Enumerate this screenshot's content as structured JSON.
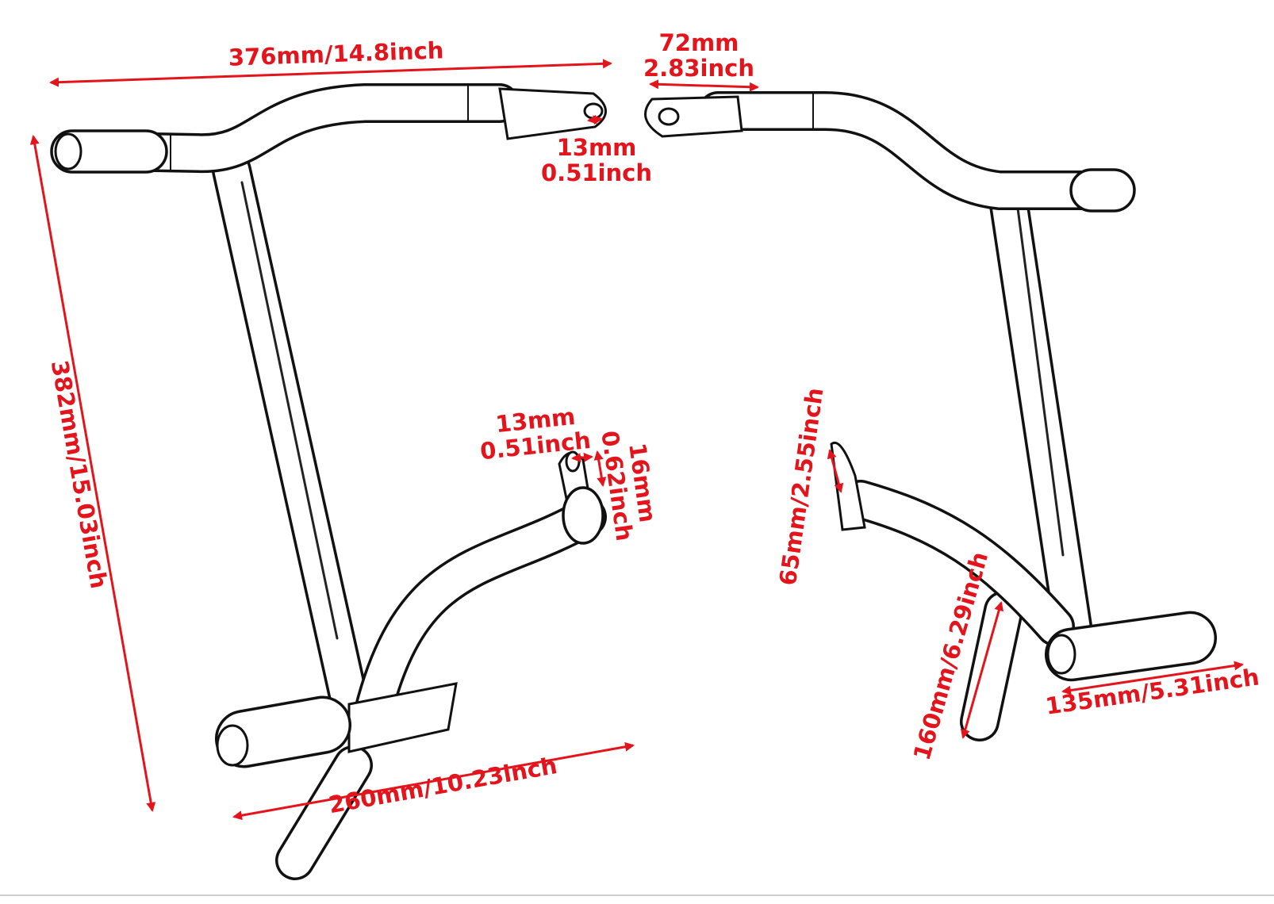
{
  "diagram": {
    "dimensions": {
      "top_width": "376mm/14.8inch",
      "right_gap_mm": "72mm",
      "right_gap_inch": "2.83inch",
      "top_hole_mm": "13mm",
      "top_hole_inch": "0.51inch",
      "left_height": "382mm/15.03inch",
      "lower_hole_mm": "13mm",
      "lower_hole_inch": "0.51inch",
      "lower_tab_mm": "16mm",
      "lower_tab_inch": "0.62inch",
      "bottom_width": "260mm/10.23inch",
      "right_tab_length": "65mm/2.55inch",
      "right_leg_length": "160mm/6.29inch",
      "right_bottom_width": "135mm/5.31inch"
    },
    "colors": {
      "dimension": "#e3141b",
      "outline": "#111111",
      "background": "#ffffff"
    }
  }
}
